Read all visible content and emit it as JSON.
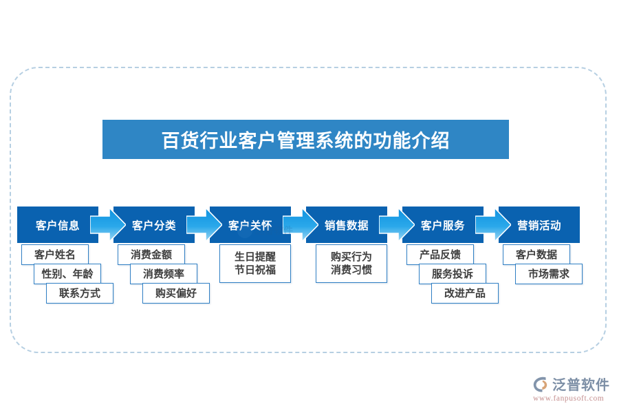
{
  "title": {
    "text": "百货行业客户管理系统的功能介绍",
    "banner_color": "#2f86c5"
  },
  "colors": {
    "header_blue": "#0a62b0",
    "arrow_blue": "#29a5e8",
    "frame_dash": "#b6cfe2",
    "subbox_border": "#2f7fc4",
    "subbox_text": "#3d3d3d"
  },
  "flow": {
    "columns": [
      {
        "header": "客户信息",
        "items": [
          "客户姓名",
          "性别、年龄",
          "联系方式"
        ],
        "grouped": false
      },
      {
        "header": "客户分类",
        "items": [
          "消费金额",
          "消费频率",
          "购买偏好"
        ],
        "grouped": false
      },
      {
        "header": "客户关怀",
        "items": [
          "生日提醒",
          "节日祝福"
        ],
        "grouped": true
      },
      {
        "header": "销售数据",
        "items": [
          "购买行为",
          "消费习惯"
        ],
        "grouped": true
      },
      {
        "header": "客户服务",
        "items": [
          "产品反馈",
          "服务投诉",
          "改进产品"
        ],
        "grouped": false
      },
      {
        "header": "营销活动",
        "items": [
          "客户数据",
          "市场需求"
        ],
        "grouped": false
      }
    ]
  },
  "watermark": {
    "text": "泛普软件"
  },
  "brand": {
    "name": "泛普软件",
    "url": "www.fanpusoft.com"
  }
}
